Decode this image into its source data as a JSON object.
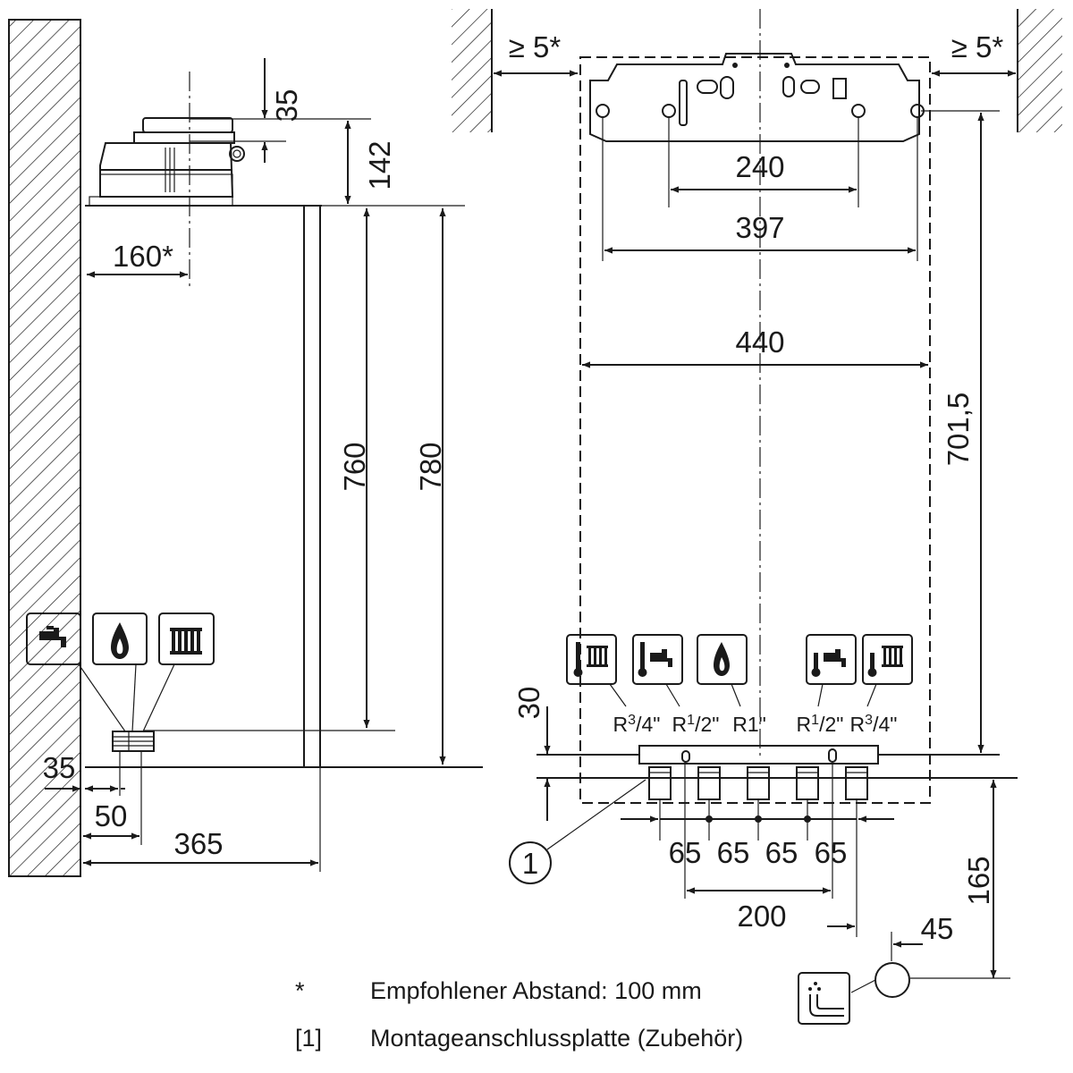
{
  "side_view": {
    "dims": {
      "d35_top": "35",
      "d142": "142",
      "d160": "160*",
      "d760": "760",
      "d780": "780",
      "d35_bottom": "35",
      "d50": "50",
      "d365": "365"
    },
    "icons": [
      "tap-icon",
      "flame-icon",
      "radiator-icon"
    ]
  },
  "front_view": {
    "dims": {
      "gap_left": "≥ 5*",
      "gap_right": "≥ 5*",
      "d240": "240",
      "d397": "397",
      "d440": "440",
      "d701": "701,5",
      "d30": "30",
      "p1": "65",
      "p2": "65",
      "p3": "65",
      "p4": "65",
      "d200": "200",
      "d165": "165",
      "d45": "45"
    },
    "connections": [
      {
        "icon": "heating-flow-icon",
        "size_prefix": "R",
        "size_sup": "3",
        "size_rest": "/4\""
      },
      {
        "icon": "hot-water-icon",
        "size_prefix": "R",
        "size_sup": "1",
        "size_rest": "/2\""
      },
      {
        "icon": "gas-icon",
        "size_prefix": "R1\"",
        "size_sup": "",
        "size_rest": ""
      },
      {
        "icon": "cold-water-icon",
        "size_prefix": "R",
        "size_sup": "1",
        "size_rest": "/2\""
      },
      {
        "icon": "heating-return-icon",
        "size_prefix": "R",
        "size_sup": "3",
        "size_rest": "/4\""
      }
    ],
    "callout": "1",
    "drain_icon": "drain-icon"
  },
  "legend": [
    {
      "key": "*",
      "text": "Empfohlener Abstand: 100 mm"
    },
    {
      "key": "[1]",
      "text": "Montageanschlussplatte (Zubehör)"
    }
  ]
}
